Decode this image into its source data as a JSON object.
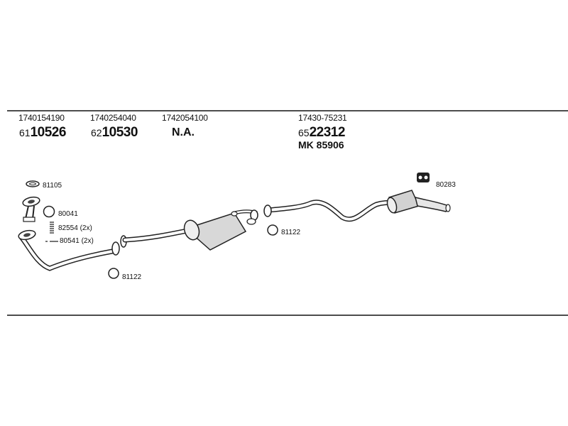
{
  "header": {
    "groups": [
      {
        "oe": "1740154190",
        "prefix": "61",
        "code": "10526"
      },
      {
        "oe": "1740254040",
        "prefix": "62",
        "code": "10530"
      },
      {
        "oe": "1742054100",
        "text": "N.A."
      },
      {
        "oe": "17430-75231",
        "prefix": "65",
        "code": "22312",
        "mk": "MK  85906"
      }
    ]
  },
  "parts": {
    "gasket_front": "81105",
    "ring": "80041",
    "spring": "82554 (2x)",
    "bolt": "80541 (2x)",
    "clamp_front": "81122",
    "clamp_mid": "81122",
    "hanger": "80283"
  }
}
